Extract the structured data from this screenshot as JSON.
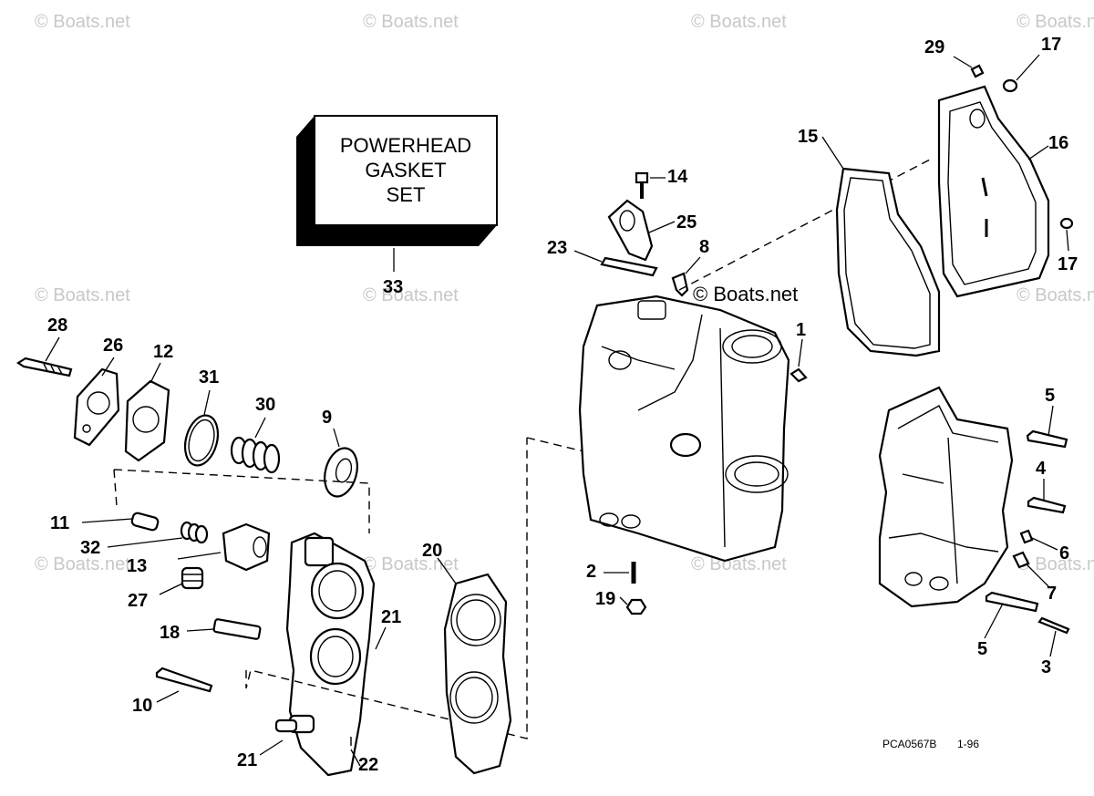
{
  "watermark": "© Boats.net",
  "watermark_center": "© Boats.net",
  "kit_box": {
    "line1": "POWERHEAD",
    "line2": "GASKET",
    "line3": "SET"
  },
  "drawing_code": "PCA0567B",
  "drawing_date": "1-96",
  "callouts": {
    "c1": "1",
    "c2": "2",
    "c3": "3",
    "c4": "4",
    "c5a": "5",
    "c5b": "5",
    "c6": "6",
    "c7": "7",
    "c8": "8",
    "c9": "9",
    "c10": "10",
    "c11": "11",
    "c12": "12",
    "c13": "13",
    "c14": "14",
    "c15": "15",
    "c16": "16",
    "c17a": "17",
    "c17b": "17",
    "c18": "18",
    "c19": "19",
    "c20": "20",
    "c21a": "21",
    "c21b": "21",
    "c22": "22",
    "c23": "23",
    "c25": "25",
    "c26": "26",
    "c27": "27",
    "c28": "28",
    "c29": "29",
    "c30": "30",
    "c31": "31",
    "c32": "32",
    "c33": "33"
  }
}
